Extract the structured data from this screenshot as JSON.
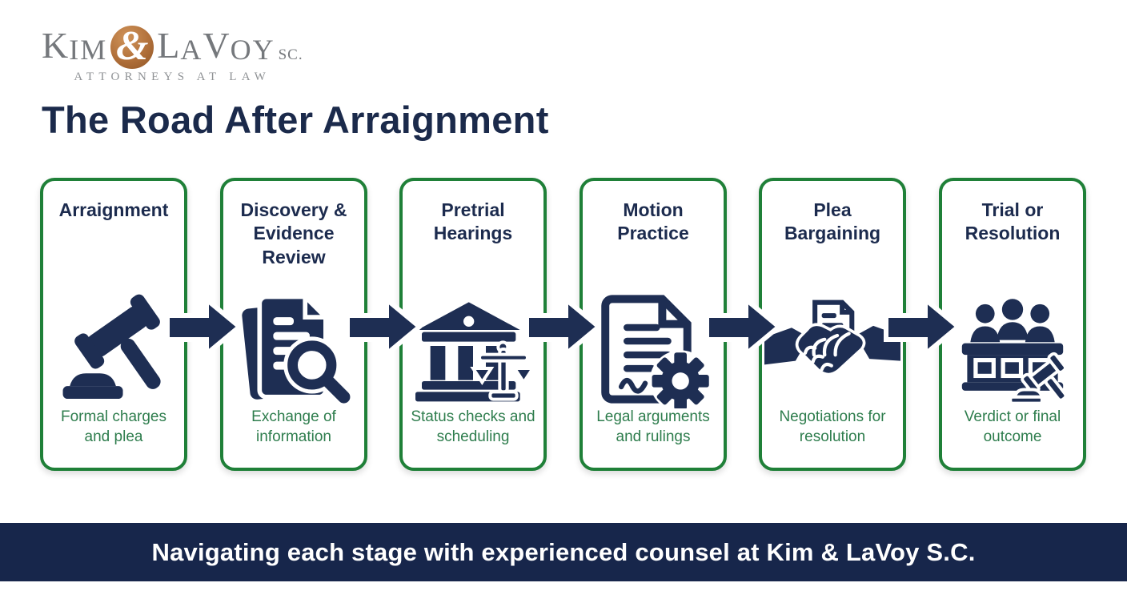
{
  "logo": {
    "k": "K",
    "im": "IM",
    "amp": "&",
    "l": "L",
    "a": "A",
    "v": "V",
    "oy": "OY",
    "sc": "SC.",
    "tagline": "ATTORNEYS AT LAW"
  },
  "title": "The Road After Arraignment",
  "stages": [
    {
      "title": "Arraignment",
      "caption": "Formal charges and plea",
      "icon": "gavel"
    },
    {
      "title": "Discovery & Evidence Review",
      "caption": "Exchange of information",
      "icon": "document-magnifier"
    },
    {
      "title": "Pretrial Hearings",
      "caption": "Status checks and scheduling",
      "icon": "courthouse-scales"
    },
    {
      "title": "Motion Practice",
      "caption": "Legal arguments and rulings",
      "icon": "document-gear"
    },
    {
      "title": "Plea Bargaining",
      "caption": "Negotiations for resolution",
      "icon": "handshake-document"
    },
    {
      "title": "Trial or Resolution",
      "caption": "Verdict or final outcome",
      "icon": "jury-gavel"
    }
  ],
  "banner": {
    "text": "Navigating each stage with experienced counsel at Kim & LaVoy S.C."
  },
  "colors": {
    "navy": "#1e2e53",
    "banner_navy": "#17264b",
    "green_border": "#1f8038",
    "green_text": "#2e7d4d",
    "copper": "#b1703a",
    "logo_gray": "#75787c"
  }
}
